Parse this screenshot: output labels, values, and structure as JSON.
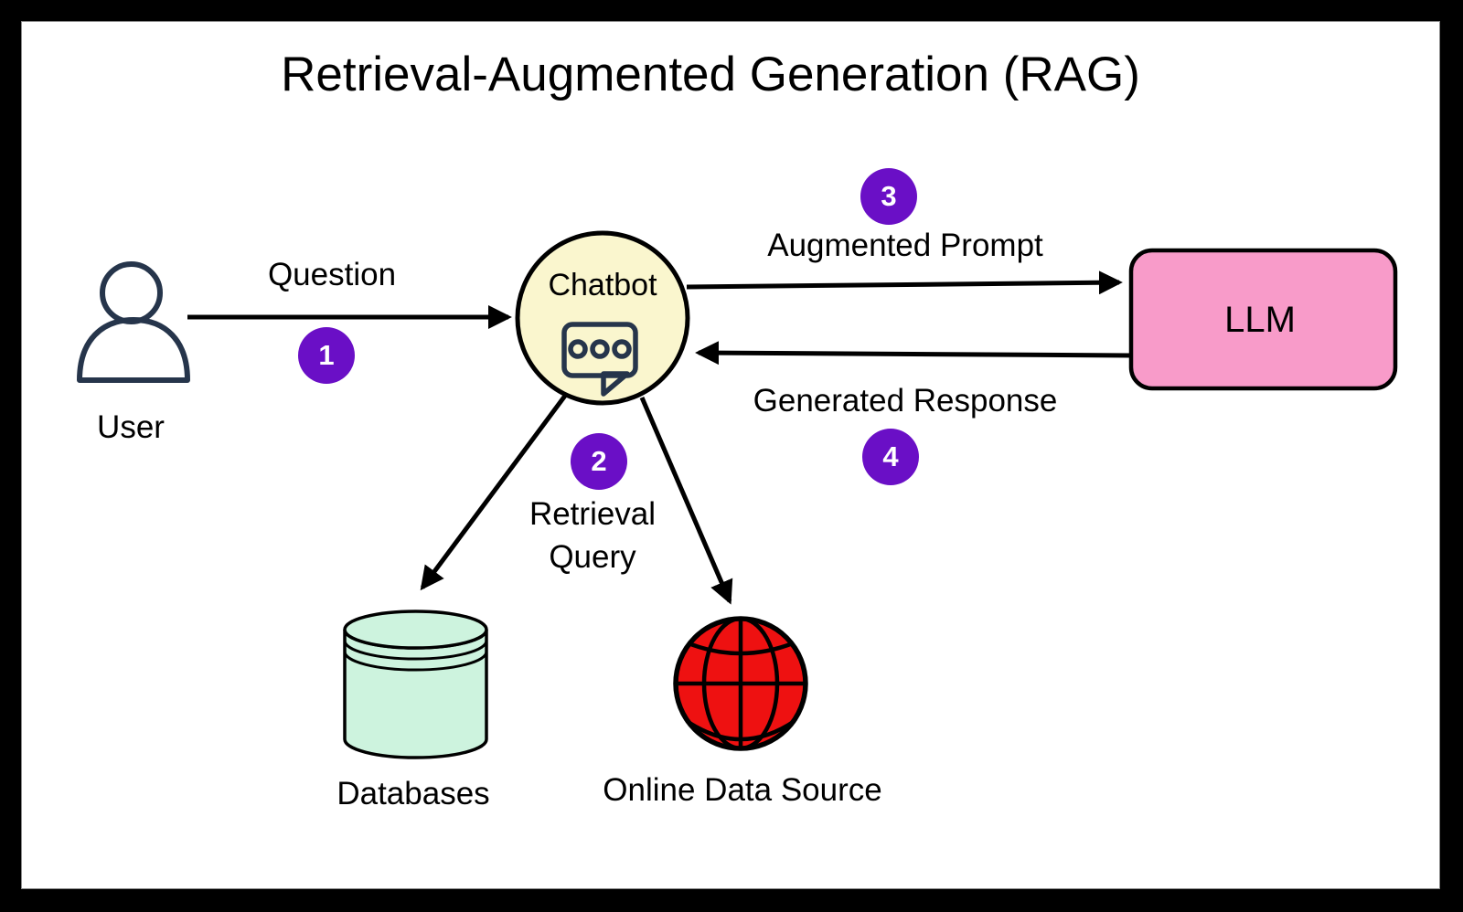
{
  "title": "Retrieval-Augmented Generation (RAG)",
  "nodes": {
    "user": {
      "label": "User",
      "icon": "person-icon"
    },
    "chatbot": {
      "label": "Chatbot",
      "icon": "chat-bubble-icon"
    },
    "llm": {
      "label": "LLM"
    },
    "databases": {
      "label": "Databases",
      "icon": "database-cylinder-icon"
    },
    "online_data_source": {
      "label": "Online Data Source",
      "icon": "globe-icon"
    }
  },
  "edges": {
    "question": {
      "label": "Question",
      "badge": "1",
      "from": "User",
      "to": "Chatbot"
    },
    "retrieval_query": {
      "label_line1": "Retrieval",
      "label_line2": "Query",
      "badge": "2",
      "from": "Chatbot",
      "to": "Databases / Online Data Source"
    },
    "augmented_prompt": {
      "label": "Augmented Prompt",
      "badge": "3",
      "from": "Chatbot",
      "to": "LLM"
    },
    "generated_response": {
      "label": "Generated Response",
      "badge": "4",
      "from": "LLM",
      "to": "Chatbot"
    }
  },
  "colors": {
    "badge": "#6a0fc6",
    "chatbot_fill": "#faf6ce",
    "llm_fill": "#f89bc9",
    "database_fill": "#cdf3de",
    "globe_fill": "#ee1111",
    "icon_stroke": "#26354b",
    "line": "#000000"
  }
}
